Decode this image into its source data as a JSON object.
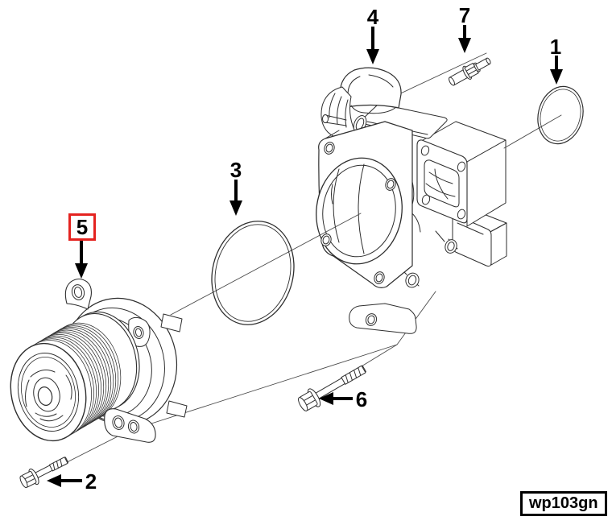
{
  "diagram": {
    "figure_code": "wp103gn",
    "background_color": "#ffffff",
    "line_color": "#2e2e2e",
    "callout_color": "#000000",
    "highlight_color": "#e42320",
    "selected_item": "5",
    "callouts": [
      {
        "number": "1",
        "arrow": "down",
        "highlighted": false
      },
      {
        "number": "2",
        "arrow": "left",
        "highlighted": false
      },
      {
        "number": "3",
        "arrow": "down",
        "highlighted": false
      },
      {
        "number": "4",
        "arrow": "down",
        "highlighted": false
      },
      {
        "number": "5",
        "arrow": "down",
        "highlighted": true
      },
      {
        "number": "6",
        "arrow": "left",
        "highlighted": false
      },
      {
        "number": "7",
        "arrow": "down",
        "highlighted": false
      }
    ]
  }
}
